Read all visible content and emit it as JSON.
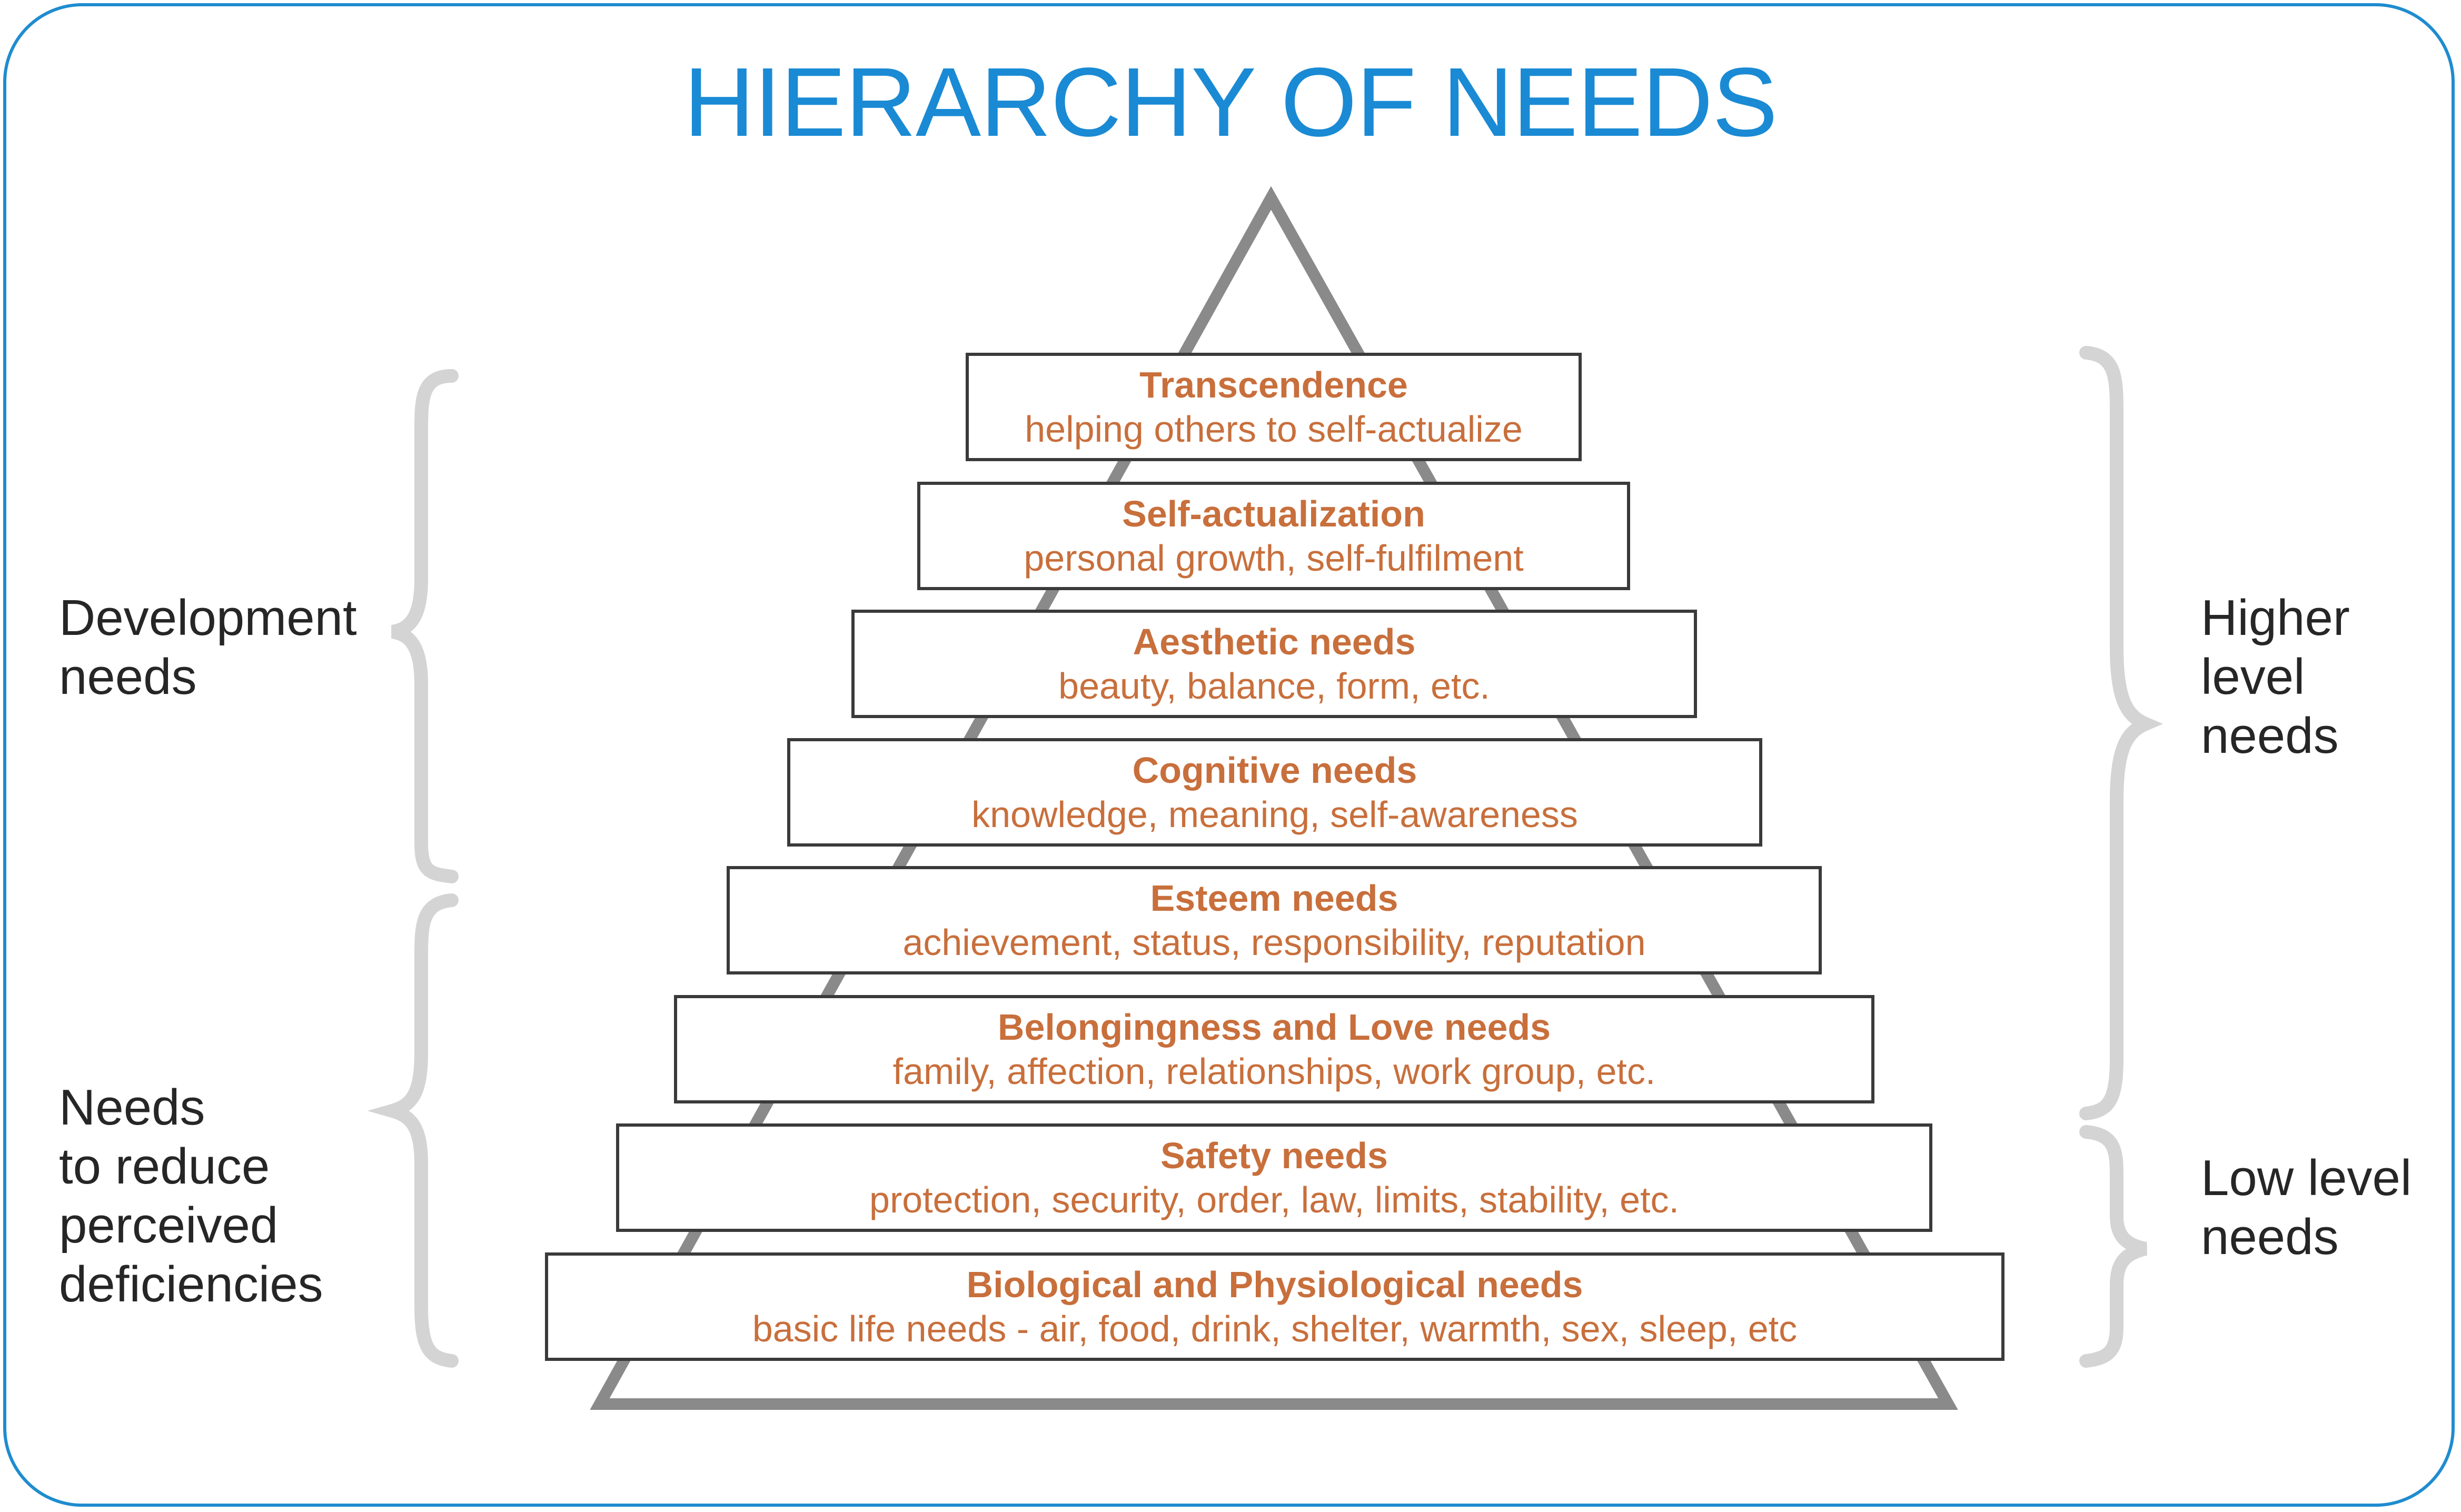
{
  "title": "HIERARCHY OF NEEDS",
  "colors": {
    "frame": "#1f8ccf",
    "title": "#1a8ad4",
    "level_text": "#c86f3c",
    "pyramid_outline": "#8a8a8a",
    "brace": "#d4d4d4",
    "side_text": "#262626"
  },
  "levels": [
    {
      "name": "Transcendence",
      "description": "helping others to self-actualize"
    },
    {
      "name": "Self-actualization",
      "description": "personal growth, self-fulfilment"
    },
    {
      "name": "Aesthetic needs",
      "description": "beauty, balance, form, etc."
    },
    {
      "name": "Cognitive needs",
      "description": "knowledge, meaning, self-awareness"
    },
    {
      "name": "Esteem needs",
      "description": "achievement, status, responsibility, reputation"
    },
    {
      "name": "Belongingness and Love needs",
      "description": "family, affection, relationships, work group, etc."
    },
    {
      "name": "Safety needs",
      "description": "protection, security, order, law, limits, stability, etc."
    },
    {
      "name": "Biological and Physiological needs",
      "description": "basic life needs - air, food, drink, shelter, warmth, sex, sleep, etc"
    }
  ],
  "left_groups": [
    {
      "label": "Development\nneeds"
    },
    {
      "label": "Needs\nto reduce\nperceived\ndeficiencies"
    }
  ],
  "right_groups": [
    {
      "label": "Higher\nlevel\nneeds"
    },
    {
      "label": "Low level\nneeds"
    }
  ]
}
